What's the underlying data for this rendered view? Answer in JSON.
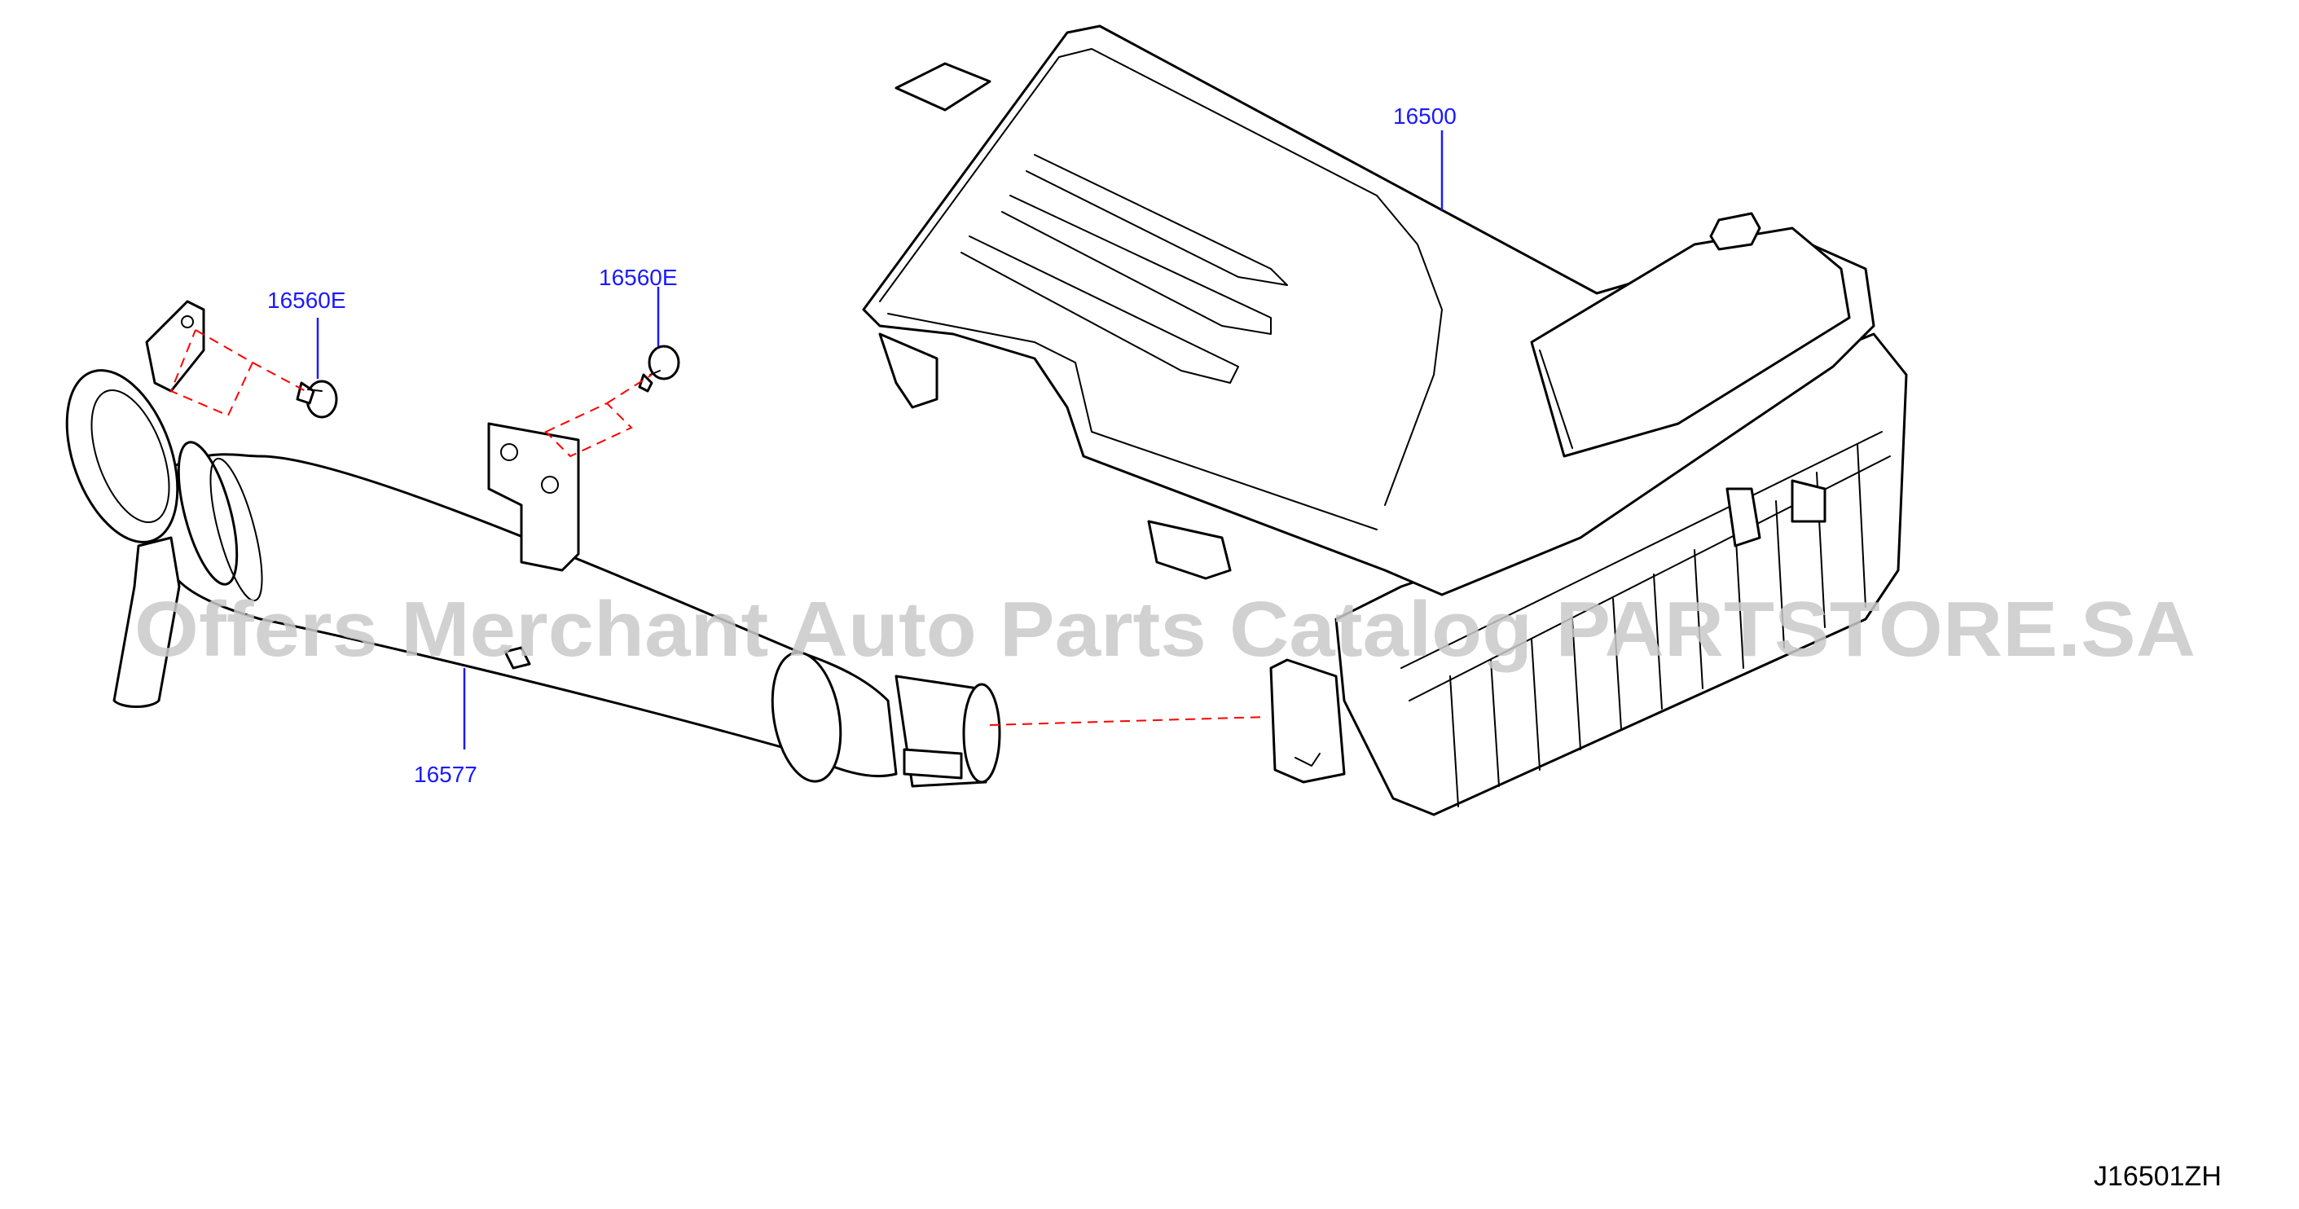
{
  "diagram": {
    "parts": [
      {
        "number": "16500",
        "name": "air-cleaner-assembly"
      },
      {
        "number": "16560E",
        "name": "clip-left"
      },
      {
        "number": "16560E",
        "name": "clip-right"
      },
      {
        "number": "16577",
        "name": "air-duct"
      }
    ],
    "reference_code": "J16501ZH",
    "watermark": "Offers Merchant Auto Parts Catalog PARTSTORE.SA",
    "colors": {
      "label": "#1a1aff",
      "leader": "#1a1aff",
      "dashed_guide": "#ff0000",
      "line_art": "#000000",
      "watermark": "#c9c9c9"
    }
  }
}
